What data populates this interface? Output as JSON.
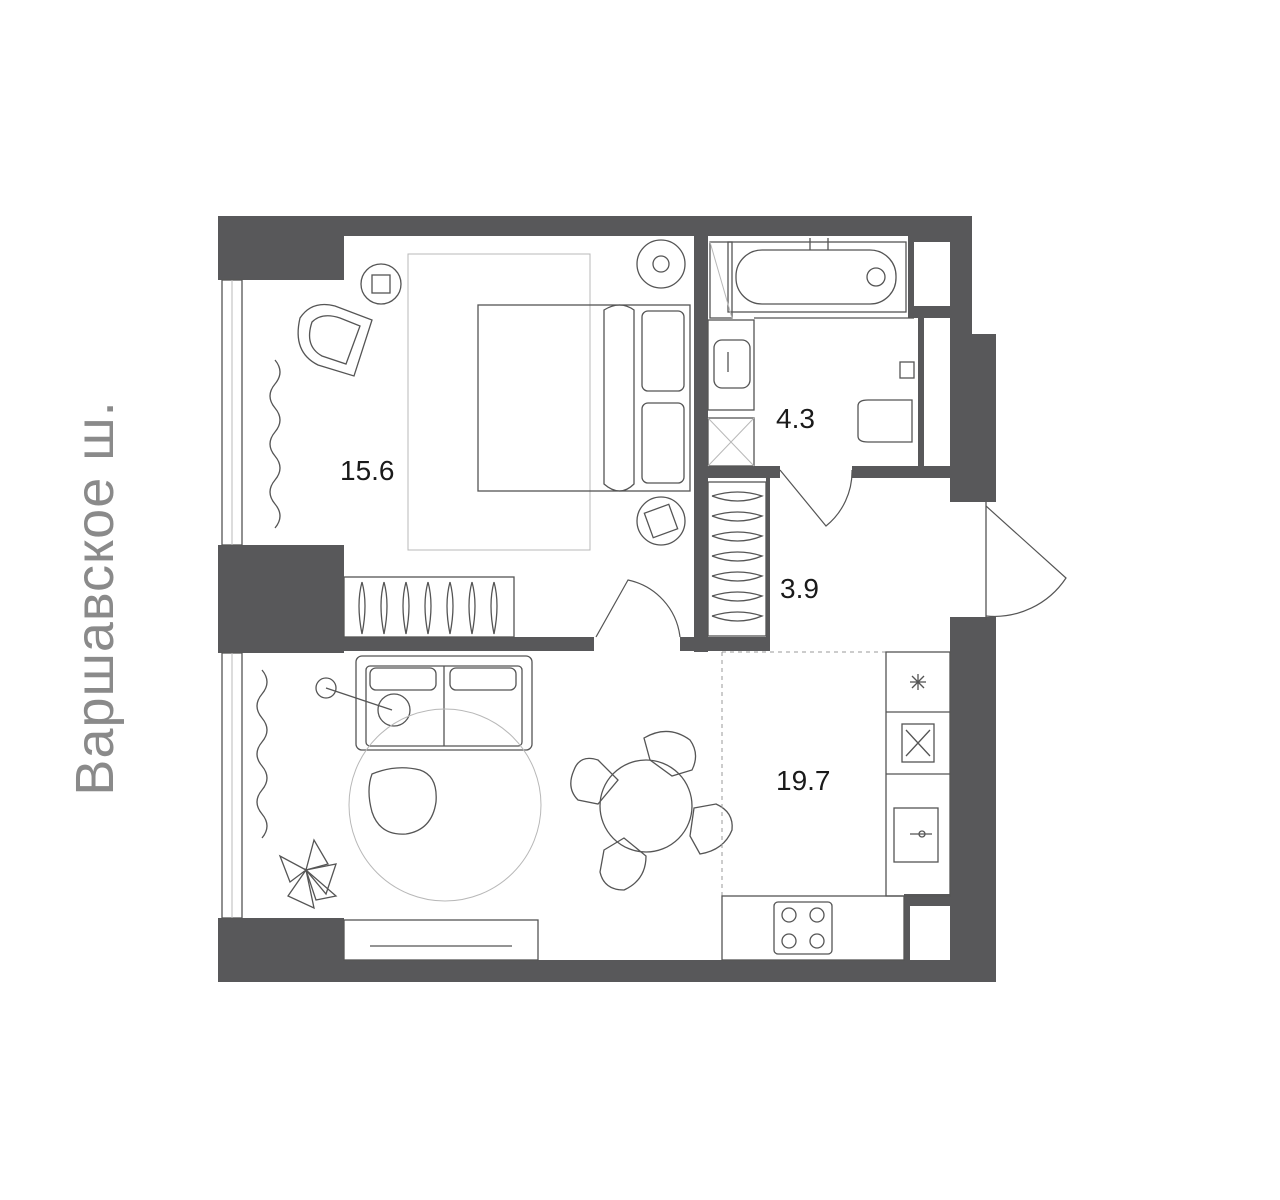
{
  "street_label": "Варшавское ш.",
  "rooms": [
    {
      "id": "bedroom",
      "area": "15.6"
    },
    {
      "id": "bathroom",
      "area": "4.3"
    },
    {
      "id": "hall",
      "area": "3.9"
    },
    {
      "id": "living-kitchen",
      "area": "19.7"
    }
  ],
  "colors": {
    "wall": "#58585a",
    "line": "#555555",
    "street_text": "#8a8a8a"
  }
}
